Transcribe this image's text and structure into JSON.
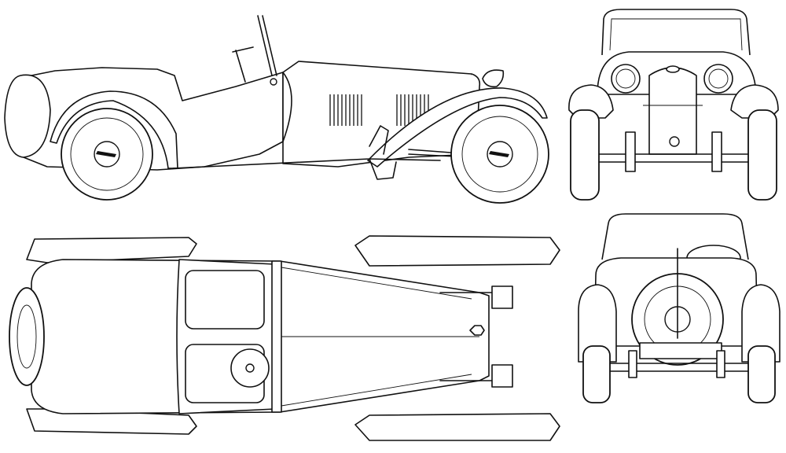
{
  "drawing": {
    "views": [
      "side",
      "front",
      "top",
      "rear"
    ],
    "line_color": "#111111",
    "background": "#ffffff"
  }
}
